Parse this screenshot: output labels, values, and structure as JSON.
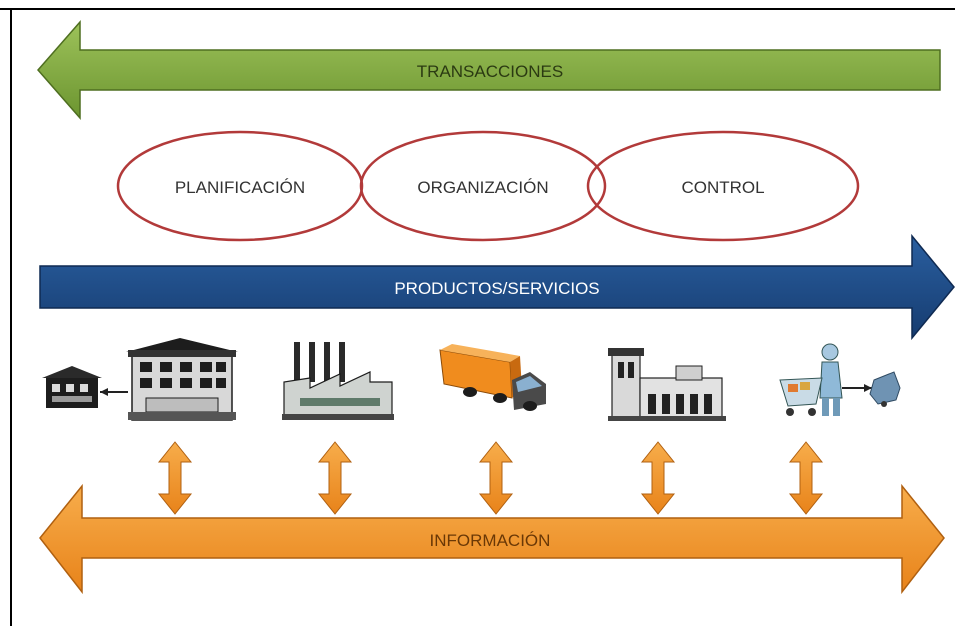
{
  "arrows": {
    "transacciones": "TRANSACCIONES",
    "productos": "PRODUCTOS/SERVICIOS",
    "informacion": "INFORMACIÓN"
  },
  "stages": [
    "PLANIFICACIÓN",
    "ORGANIZACIÓN",
    "CONTROL"
  ],
  "icons": [
    "supplier-warehouse-icon",
    "factory-icon",
    "truck-icon",
    "retail-store-icon",
    "shopper-icon"
  ],
  "colors": {
    "transacciones": "#7ba33b",
    "productos": "#1f4e8a",
    "informacion": "#f39a2c",
    "ellipse_stroke": "#b23a3a"
  }
}
